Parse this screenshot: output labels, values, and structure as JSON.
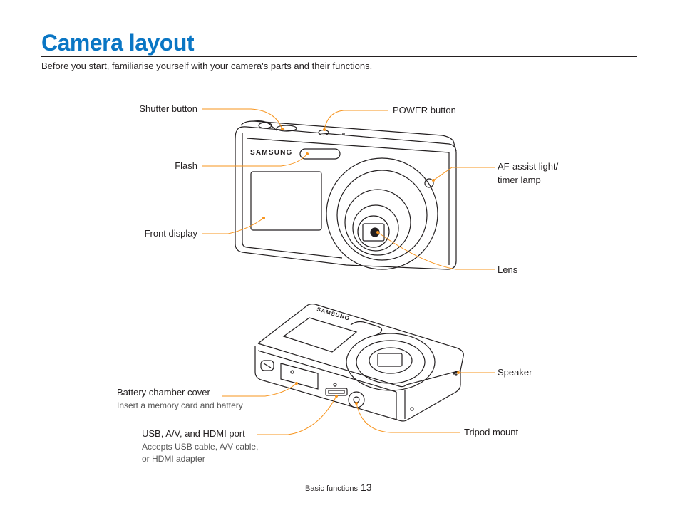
{
  "page": {
    "title": "Camera layout",
    "intro": "Before you start, familiarise yourself with your camera's parts and their functions."
  },
  "front_view": {
    "brand": "SAMSUNG",
    "labels": {
      "shutter": "Shutter button",
      "power": "POWER button",
      "flash": "Flash",
      "af_line1": "AF-assist light/",
      "af_line2": "timer lamp",
      "front_display": "Front display",
      "lens": "Lens"
    }
  },
  "bottom_view": {
    "brand": "SAMSUNG",
    "labels": {
      "speaker": "Speaker",
      "battery_cover": "Battery chamber cover",
      "battery_cover_desc": "Insert a memory card and battery",
      "usb_port": "USB, A/V, and HDMI port",
      "usb_desc_line1": "Accepts USB cable, A/V cable,",
      "usb_desc_line2": "or HDMI adapter",
      "tripod": "Tripod mount"
    }
  },
  "footer": {
    "section": "Basic functions",
    "page_number": "13"
  },
  "colors": {
    "title": "#0a76c4",
    "callout": "#f7941d"
  }
}
